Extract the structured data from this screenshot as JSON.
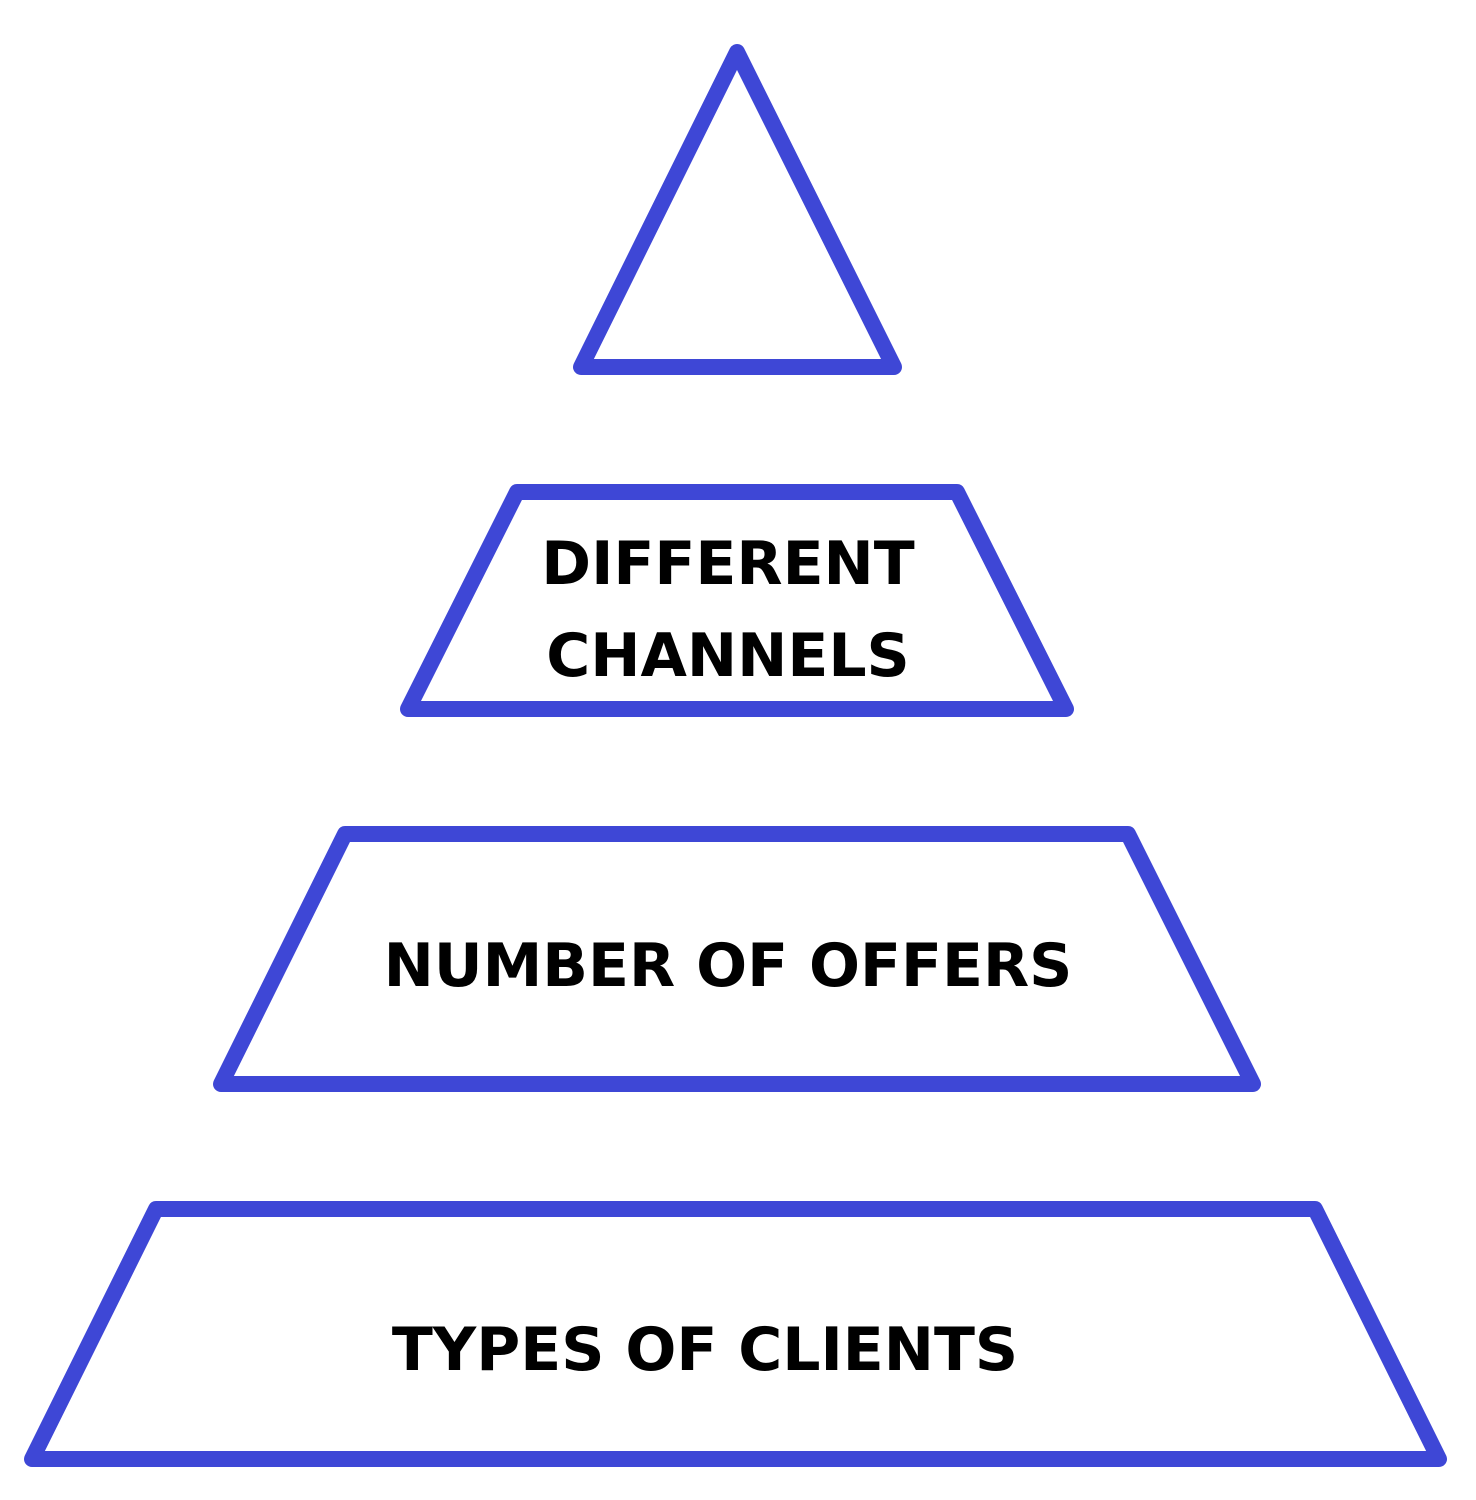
{
  "colors": {
    "outline": "#3e47d6",
    "text": "#000000",
    "background": "#ffffff"
  },
  "levels": [
    {
      "lines": []
    },
    {
      "lines": [
        "DIFFERENT",
        "CHANNELS"
      ]
    },
    {
      "lines": [
        "NUMBER OF OFFERS"
      ]
    },
    {
      "lines": [
        "TYPES OF CLIENTS"
      ]
    }
  ]
}
